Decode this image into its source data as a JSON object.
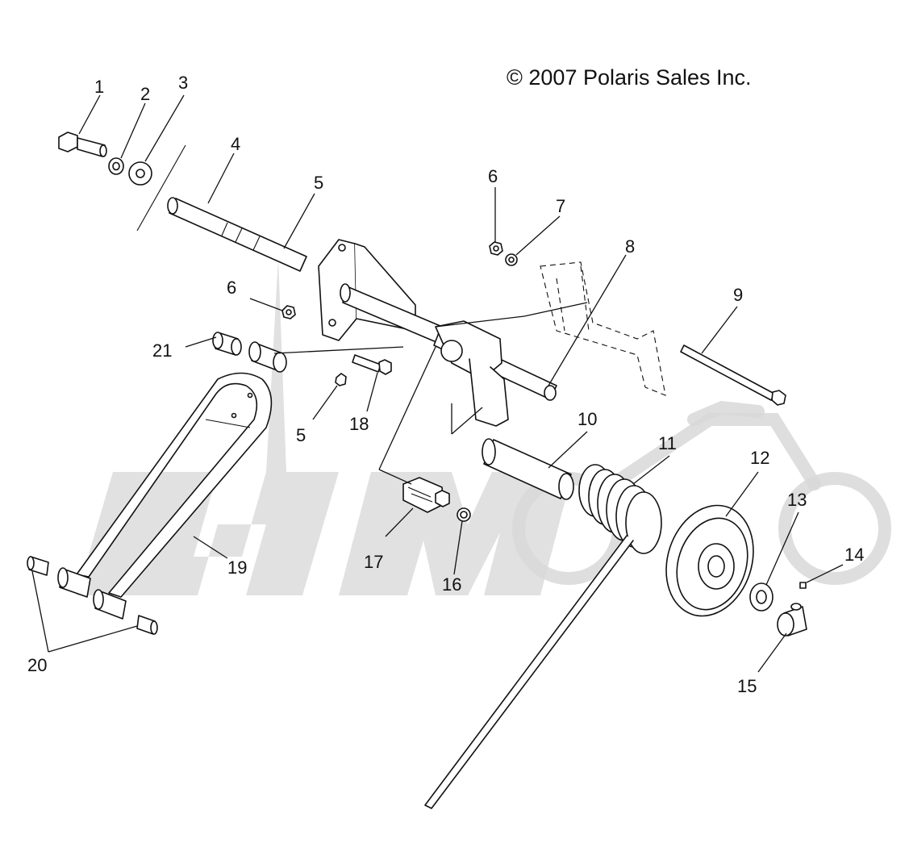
{
  "copyright": "© 2007 Polaris Sales Inc.",
  "watermark": {
    "visible": true,
    "color": "#d9d9d9"
  },
  "callouts": [
    {
      "id": "1",
      "text": "1"
    },
    {
      "id": "2",
      "text": "2"
    },
    {
      "id": "3",
      "text": "3"
    },
    {
      "id": "4",
      "text": "4"
    },
    {
      "id": "5a",
      "text": "5"
    },
    {
      "id": "6a",
      "text": "6"
    },
    {
      "id": "7",
      "text": "7"
    },
    {
      "id": "8",
      "text": "8"
    },
    {
      "id": "6b",
      "text": "6"
    },
    {
      "id": "9",
      "text": "9"
    },
    {
      "id": "21",
      "text": "21"
    },
    {
      "id": "5b",
      "text": "5"
    },
    {
      "id": "18",
      "text": "18"
    },
    {
      "id": "10",
      "text": "10"
    },
    {
      "id": "11",
      "text": "11"
    },
    {
      "id": "12",
      "text": "12"
    },
    {
      "id": "13",
      "text": "13"
    },
    {
      "id": "14",
      "text": "14"
    },
    {
      "id": "15",
      "text": "15"
    },
    {
      "id": "16",
      "text": "16"
    },
    {
      "id": "17",
      "text": "17"
    },
    {
      "id": "19",
      "text": "19"
    },
    {
      "id": "20",
      "text": "20"
    }
  ]
}
